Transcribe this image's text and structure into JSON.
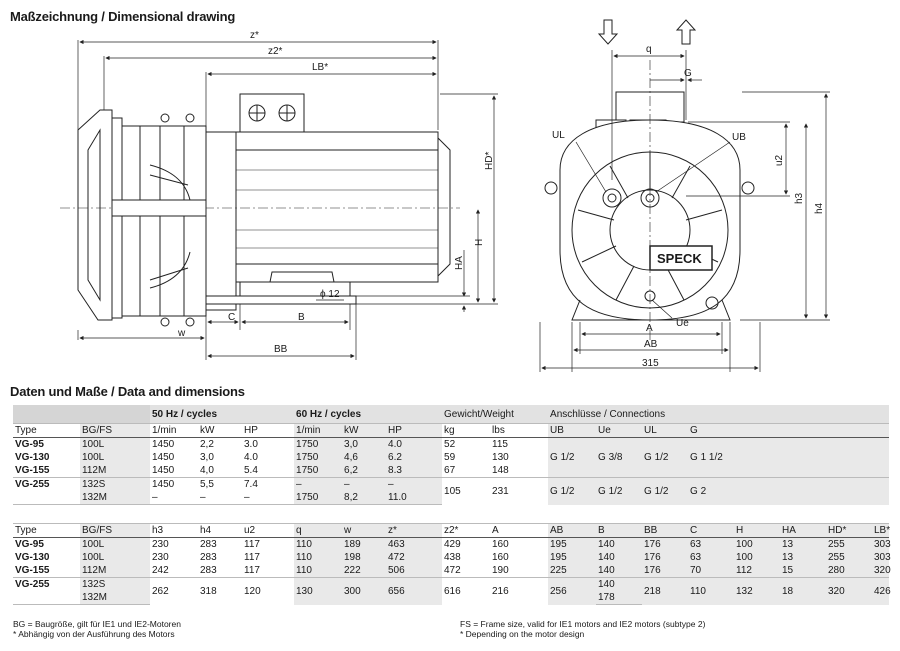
{
  "title_drawing": "Maßzeichnung / Dimensional drawing",
  "title_data": "Daten und Maße / Data and dimensions",
  "side_labels": {
    "z": "z*",
    "z2": "z2*",
    "lb": "LB*",
    "hd": "HD*",
    "h": "H",
    "ha": "HA",
    "c": "C",
    "b": "B",
    "w": "w",
    "bb": "BB",
    "phi12": "ϕ 12"
  },
  "front_labels": {
    "q": "q",
    "g": "G",
    "ul": "UL",
    "ub": "UB",
    "u2": "u2",
    "h3": "h3",
    "h4": "h4",
    "ue": "Ue",
    "a": "A",
    "ab": "AB",
    "w315": "315",
    "logo": "SPECK"
  },
  "table1": {
    "group": [
      "50 Hz / cycles",
      "60 Hz / cycles",
      "Gewicht/Weight",
      "Anschlüsse / Connections"
    ],
    "header": [
      "Type",
      "BG/FS",
      "1/min",
      "kW",
      "HP",
      "1/min",
      "kW",
      "HP",
      "kg",
      "lbs",
      "UB",
      "Ue",
      "UL",
      "G"
    ],
    "rows": [
      [
        "VG-95",
        "100L",
        "1450",
        "2,2",
        "3.0",
        "1750",
        "3,0",
        "4.0",
        "52",
        "115"
      ],
      [
        "VG-130",
        "100L",
        "1450",
        "3,0",
        "4.0",
        "1750",
        "4,6",
        "6.2",
        "59",
        "130"
      ],
      [
        "VG-155",
        "112M",
        "1450",
        "4,0",
        "5.4",
        "1750",
        "6,2",
        "8.3",
        "67",
        "148"
      ]
    ],
    "conn_a": [
      "G 1/2",
      "G 3/8",
      "G 1/2",
      "G 1 1/2"
    ],
    "vg255": {
      "type": "VG-255",
      "fs1": "132S",
      "fs2": "132M",
      "n50": [
        "1450",
        "–"
      ],
      "kw50": [
        "5,5",
        "–"
      ],
      "hp50": [
        "7.4",
        "–"
      ],
      "n60": [
        "–",
        "1750"
      ],
      "kw60": [
        "–",
        "8,2"
      ],
      "hp60": [
        "–",
        "11.0"
      ],
      "kg": "105",
      "lbs": "231",
      "conn": [
        "G 1/2",
        "G 1/2",
        "G 1/2",
        "G 2"
      ]
    }
  },
  "table2": {
    "header": [
      "Type",
      "BG/FS",
      "h3",
      "h4",
      "u2",
      "q",
      "w",
      "z*",
      "z2*",
      "A",
      "AB",
      "B",
      "BB",
      "C",
      "H",
      "HA",
      "HD*",
      "LB*"
    ],
    "rows": [
      [
        "VG-95",
        "100L",
        "230",
        "283",
        "117",
        "110",
        "189",
        "463",
        "429",
        "160",
        "195",
        "140",
        "176",
        "63",
        "100",
        "13",
        "255",
        "303"
      ],
      [
        "VG-130",
        "100L",
        "230",
        "283",
        "117",
        "110",
        "198",
        "472",
        "438",
        "160",
        "195",
        "140",
        "176",
        "63",
        "100",
        "13",
        "255",
        "303"
      ],
      [
        "VG-155",
        "112M",
        "242",
        "283",
        "117",
        "110",
        "222",
        "506",
        "472",
        "190",
        "225",
        "140",
        "176",
        "70",
        "112",
        "15",
        "280",
        "320"
      ]
    ],
    "vg255": {
      "type": "VG-255",
      "fs1": "132S",
      "fs2": "132M",
      "vals": [
        "262",
        "318",
        "120",
        "130",
        "300",
        "656",
        "616",
        "216",
        "256"
      ],
      "b1": "140",
      "b2": "178",
      "rest": [
        "218",
        "110",
        "132",
        "18",
        "320",
        "426"
      ]
    }
  },
  "footnotes": {
    "left1": "BG = Baugröße, gilt für IE1 und IE2-Motoren",
    "left2": "* Abhängig von der Ausführung des Motors",
    "right1": "FS = Frame size, valid for IE1 motors and IE2 motors (subtype 2)",
    "right2": "* Depending on the motor design"
  }
}
